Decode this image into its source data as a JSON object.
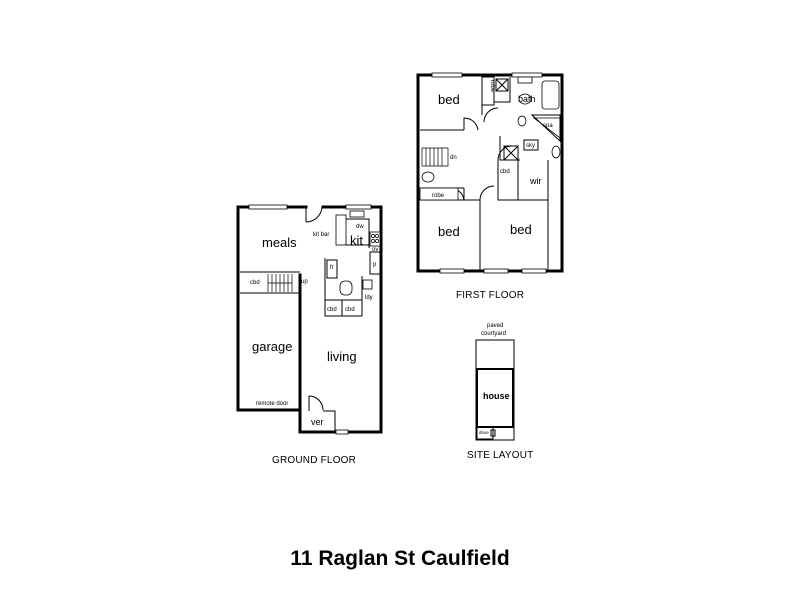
{
  "ground_floor": {
    "caption": "GROUND FLOOR",
    "rooms": {
      "meals": "meals",
      "kit": "kit",
      "garage": "garage",
      "living": "living",
      "ver": "ver"
    },
    "fixtures": {
      "kit_bar": "kit bar",
      "dw": "dw",
      "ov": "ov",
      "p": "p",
      "fr": "fr",
      "cbd_stair": "cbd",
      "up": "up",
      "ldy": "ldy",
      "cbd_1": "cbd",
      "cbd_2": "cbd",
      "remote_door": "remote door"
    }
  },
  "first_floor": {
    "caption": "FIRST FLOOR",
    "rooms": {
      "bed_nw": "bed",
      "bath": "bath",
      "bed_sw": "bed",
      "bed_se": "bed",
      "wir": "wir"
    },
    "fixtures": {
      "robe_vertical": "robe",
      "spa": "spa",
      "sky": "sky",
      "dn": "dn",
      "robe": "robe",
      "cbd": "cbd"
    }
  },
  "site_layout": {
    "caption": "SITE LAYOUT",
    "paved": "paved",
    "courtyard": "courtyard",
    "house": "house",
    "drive": "drive"
  },
  "title": "11 Raglan St Caulfield"
}
